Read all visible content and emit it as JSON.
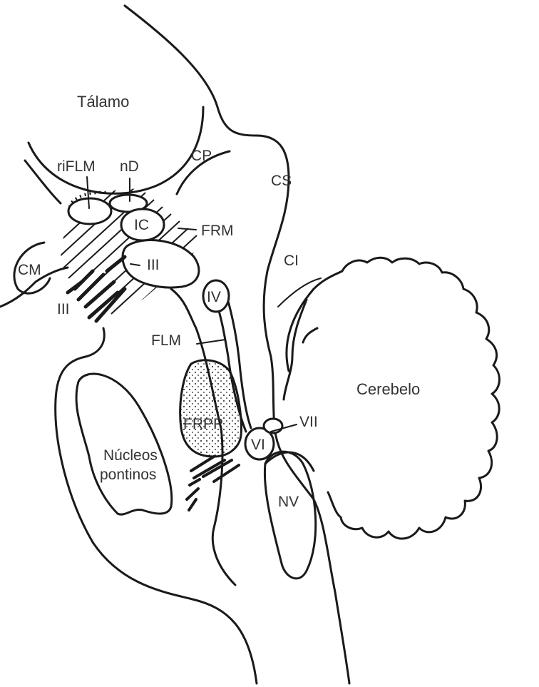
{
  "labels": {
    "talamo": "Tálamo",
    "rifl": "riFLM",
    "nd": "nD",
    "cp": "CP",
    "cs": "CS",
    "ic": "IC",
    "frm": "FRM",
    "cm": "CM",
    "iii_nucleus": "III",
    "iii_nerve": "III",
    "ci": "CI",
    "iv": "IV",
    "flm": "FLM",
    "cerebelo": "Cerebelo",
    "frpp": "FRPP",
    "vii": "VII",
    "vi": "VI",
    "nucleos_line1": "Núcleos",
    "nucleos_line2": "pontinos",
    "nv": "NV"
  }
}
